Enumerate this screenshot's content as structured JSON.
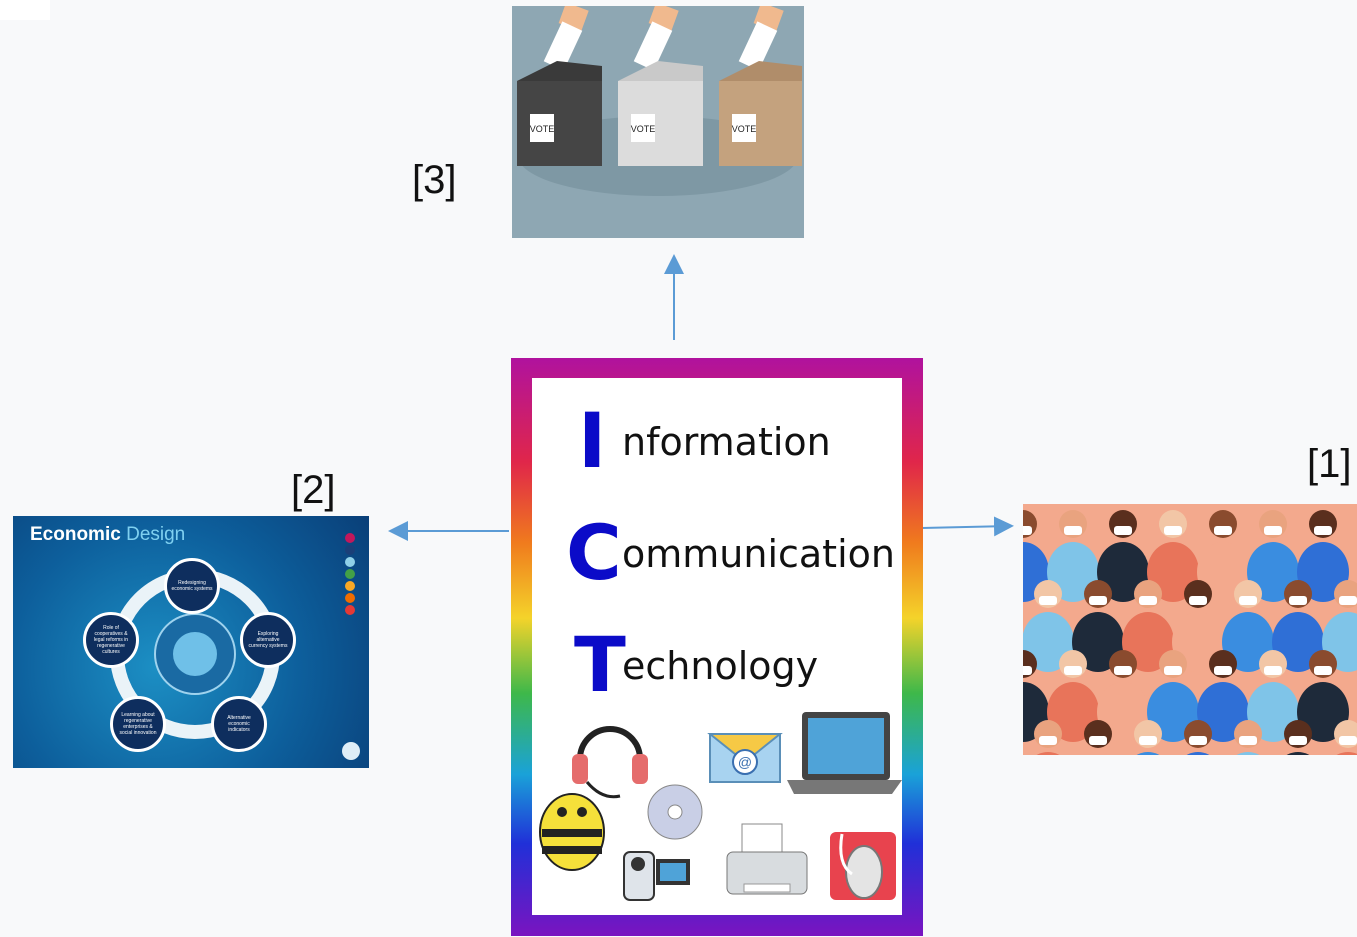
{
  "labels": {
    "ref1": "[1]",
    "ref2": "[2]",
    "ref3": "[3]"
  },
  "ict": {
    "line1_initial": "I",
    "line1_rest": "nformation",
    "line2_initial": "C",
    "line2_rest": "ommunication",
    "line3_initial": "T",
    "line3_rest": "echnology",
    "icons": [
      "headset-icon",
      "email-icon",
      "laptop-icon",
      "robot-icon",
      "cd-icon",
      "camcorder-icon",
      "printer-icon",
      "mouse-icon"
    ]
  },
  "economic_design": {
    "title_bold": "Economic",
    "title_light": "Design",
    "nodes": [
      "Redesigning economic systems",
      "Exploring alternative currency systems",
      "Alternative economic indicators",
      "Learning about regenerative enterprises & social innovation",
      "Role of cooperatives & legal reforms in regenerative cultures"
    ]
  },
  "vote": {
    "box_label": "VOTE"
  },
  "colors": {
    "arrow": "#5b9bd5",
    "ict_letter": "#0b0bc8"
  }
}
